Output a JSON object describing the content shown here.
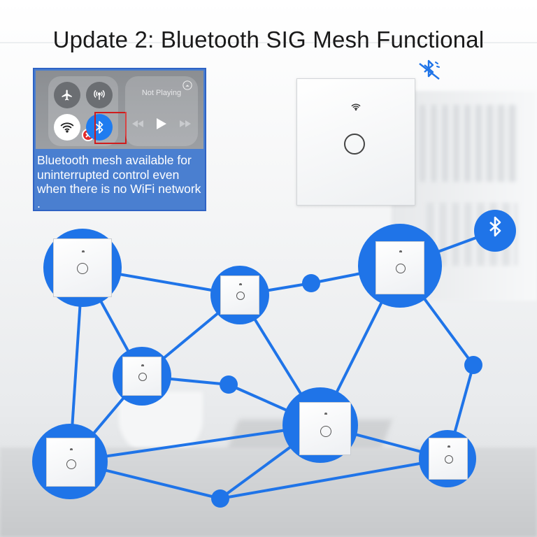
{
  "title": "Update 2: Bluetooth SIG Mesh Functional",
  "panel": {
    "now_playing": "Not Playing",
    "description": "Bluetooth mesh available for uninterrupted control even when there is no WiFi network ."
  },
  "icons": {
    "airplane": "airplane-icon",
    "cellular": "cellular-antenna-icon",
    "wifi": "wifi-icon",
    "bluetooth": "bluetooth-icon",
    "bluetooth_slash": "bluetooth-off-icon",
    "prev": "rewind-icon",
    "play": "play-icon",
    "next": "fast-forward-icon",
    "airplay": "airplay-icon"
  },
  "colors": {
    "mesh_blue": "#1f74e8",
    "panel_blue": "#4a7fd0",
    "red_highlight": "#d01c1c"
  }
}
